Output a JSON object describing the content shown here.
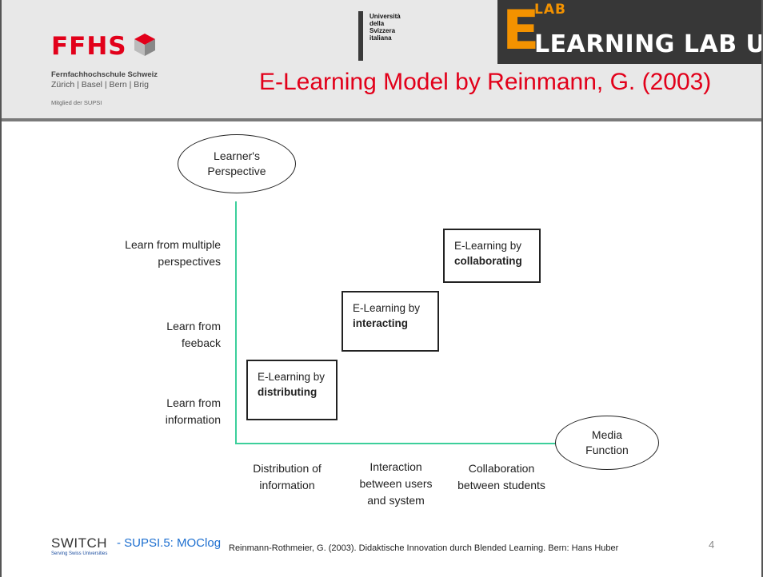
{
  "header": {
    "ffhs_name": "FFHS",
    "ffhs_full": "Fernfachhochschule Schweiz",
    "ffhs_cities": "Zürich | Basel | Bern | Brig",
    "ffhs_member": "Mitglied der SUPSI",
    "usi_text": "Università\ndella\nSvizzera\nitaliana",
    "elab_e": "E",
    "elab_lab": "LAB",
    "elab_main": "LEARNING LAB US",
    "title": "E-Learning Model by Reinmann, G. (2003)"
  },
  "diagram": {
    "learner_line1": "Learner's",
    "learner_line2": "Perspective",
    "media_line1": "Media",
    "media_line2": "Function",
    "y_labels": [
      {
        "line1": "Learn from multiple",
        "line2": "perspectives"
      },
      {
        "line1": "Learn from",
        "line2": "feeback"
      },
      {
        "line1": "Learn from",
        "line2": "information"
      }
    ],
    "x_labels": [
      {
        "line1": "Distribution of",
        "line2": "information",
        "line3": ""
      },
      {
        "line1": "Interaction",
        "line2": "between users",
        "line3": "and system"
      },
      {
        "line1": "Collaboration",
        "line2": "between students",
        "line3": ""
      }
    ],
    "boxes": [
      {
        "prefix": "E-Learning by",
        "bold": "distributing"
      },
      {
        "prefix": "E-Learning by",
        "bold": "interacting"
      },
      {
        "prefix": "E-Learning by",
        "bold": "collaborating"
      }
    ],
    "axis_color": "#3ccf9b"
  },
  "footer": {
    "switch": "SWITCH",
    "switch_tag": "Serving Swiss Universities",
    "supsi": "- SUPSI.5: MOClog",
    "reference": "Reinmann-Rothmeier, G. (2003). Didaktische Innovation durch Blended Learning. Bern: Hans Huber",
    "page": "4"
  },
  "colors": {
    "accent_red": "#e2001a",
    "elab_orange": "#f39200",
    "elab_dark": "#373737"
  }
}
